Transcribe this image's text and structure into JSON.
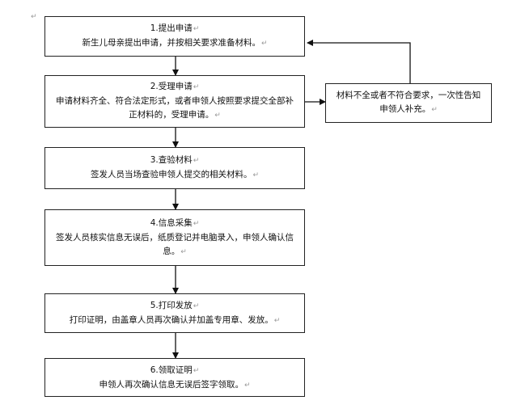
{
  "para_mark": "↵",
  "steps": [
    {
      "title": "1.提出申请",
      "body": [
        "新生儿母亲提出申请，并按相关要求准备材料。"
      ]
    },
    {
      "title": "2.受理申请",
      "body": [
        "申请材料齐全、符合法定形式，或者申领人按照要求提交全部补",
        "正材料的，受理申请。"
      ]
    },
    {
      "title": "3.查验材料",
      "body": [
        "签发人员当场查验申领人提交的相关材料。"
      ]
    },
    {
      "title": "4.信息采集",
      "body": [
        "签发人员核实信息无误后，纸质登记并电脑录入，申领人确认信",
        "息。"
      ]
    },
    {
      "title": "5.打印发放",
      "body": [
        "打印证明，由盖章人员再次确认并加盖专用章、发放。"
      ]
    },
    {
      "title": "6.领取证明",
      "body": [
        "申领人再次确认信息无误后签字领取。"
      ]
    }
  ],
  "side": {
    "body": [
      "材料不全或者不符合要求，一次性告知",
      "申领人补充。"
    ]
  }
}
